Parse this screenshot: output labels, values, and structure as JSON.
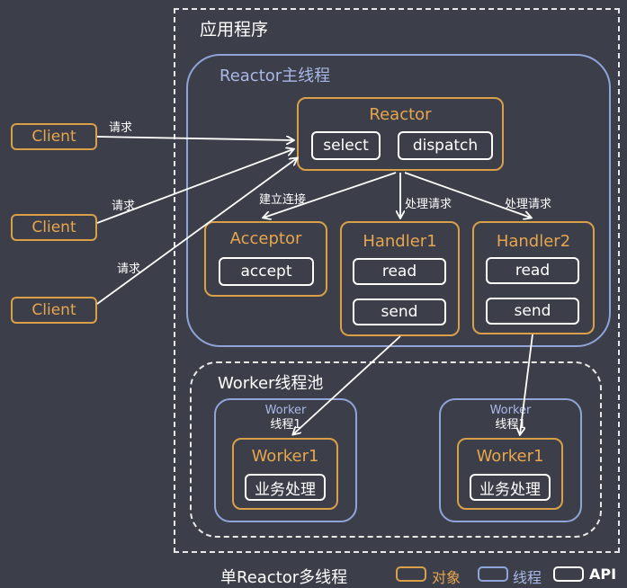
{
  "app_title": "应用程序",
  "reactor_thread_title": "Reactor主线程",
  "reactor": {
    "title": "Reactor",
    "apis": [
      "select",
      "dispatch"
    ]
  },
  "clients": [
    "Client",
    "Client",
    "Client"
  ],
  "request_labels": [
    "请求",
    "请求",
    "请求"
  ],
  "connect_label": "建立连接",
  "handle_labels": [
    "处理请求",
    "处理请求"
  ],
  "acceptor": {
    "title": "Acceptor",
    "api": "accept"
  },
  "handler1": {
    "title": "Handler1",
    "apis": [
      "read",
      "send"
    ]
  },
  "handler2": {
    "title": "Handler2",
    "apis": [
      "read",
      "send"
    ]
  },
  "worker_pool_title": "Worker线程池",
  "worker_threads": [
    {
      "title_line1": "Worker",
      "title_line2": "线程1",
      "worker_title": "Worker1",
      "api": "业务处理"
    },
    {
      "title_line1": "Worker",
      "title_line2": "线程1",
      "worker_title": "Worker1",
      "api": "业务处理"
    }
  ],
  "caption": "单Reactor多线程",
  "legend": {
    "object": "对象",
    "thread": "线程",
    "api": "API"
  },
  "colors": {
    "object": "#d9a04a",
    "thread": "#8fa4d8",
    "api": "#ffffff",
    "background": "#3c3f4a"
  }
}
